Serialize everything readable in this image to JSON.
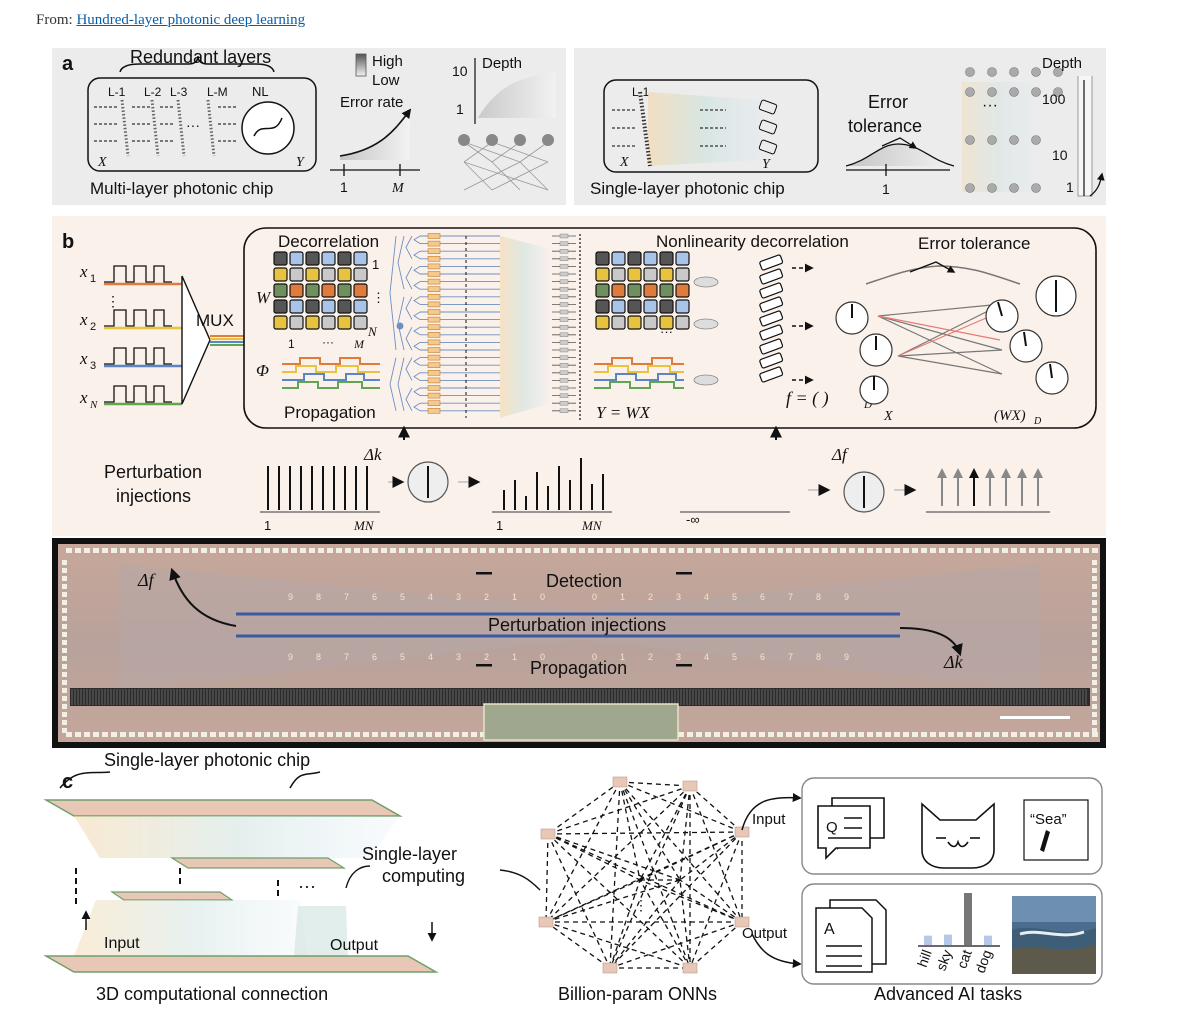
{
  "header": {
    "from_label": "From:",
    "article_title": "Hundred-layer photonic deep learning"
  },
  "panel_a": {
    "letter": "a",
    "left": {
      "redundant_layers": "Redundant layers",
      "layers": [
        "L-1",
        "L-2",
        "L-3",
        "L-M"
      ],
      "ellipsis": "···",
      "nl": "NL",
      "x": "X",
      "y": "Y",
      "caption": "Multi-layer photonic chip",
      "legend_high": "High",
      "legend_low": "Low",
      "error_rate": "Error rate",
      "axis_1": "1",
      "axis_m": "M",
      "depth": "Depth",
      "depth_10": "10",
      "depth_1": "1"
    },
    "right": {
      "layer": "L-1",
      "x": "X",
      "y": "Y",
      "caption": "Single-layer photonic chip",
      "error_tolerance_1": "Error",
      "error_tolerance_2": "tolerance",
      "axis_1": "1",
      "depth": "Depth",
      "d100": "100",
      "d10": "10",
      "d1": "1"
    }
  },
  "panel_b": {
    "letter": "b",
    "inputs": [
      "x",
      "x",
      "x",
      "x"
    ],
    "input_subs": [
      "1",
      "2",
      "3",
      "N"
    ],
    "mux": "MUX",
    "decorrelation": "Decorrelation",
    "w": "W",
    "phi": "Φ",
    "matrix_n": "N",
    "matrix_1": "1",
    "matrix_dots": "⋮",
    "matrix_m": "M",
    "matrix_bottom_1": "1",
    "matrix_bottom_dots": "···",
    "propagation": "Propagation",
    "nonlinearity_decorrelation": "Nonlinearity decorrelation",
    "y_eq": "Y = WX",
    "f_eq": "f = (   )",
    "f_sub": "D",
    "error_tolerance": "Error tolerance",
    "x_label": "X",
    "wx_label": "(WX)",
    "wx_sub": "D",
    "perturbation_1": "Perturbation",
    "perturbation_2": "injections",
    "delta_k": "Δk",
    "delta_f": "Δf",
    "axis_1a": "1",
    "axis_mna": "MN",
    "axis_1b": "1",
    "axis_mnb": "MN",
    "minus_inf": "-∞"
  },
  "chip_photo": {
    "delta_f": "Δf",
    "delta_k": "Δk",
    "detection": "Detection",
    "perturbation": "Perturbation injections",
    "propagation": "Propagation",
    "top_digits": [
      "9",
      "8",
      "7",
      "6",
      "5",
      "4",
      "3",
      "2",
      "1",
      "0",
      "0",
      "1",
      "2",
      "3",
      "4",
      "5",
      "6",
      "7",
      "8",
      "9"
    ],
    "bottom_digits": [
      "9",
      "8",
      "7",
      "6",
      "5",
      "4",
      "3",
      "2",
      "1",
      "0",
      "0",
      "1",
      "2",
      "3",
      "4",
      "5",
      "6",
      "7",
      "8",
      "9"
    ]
  },
  "panel_c": {
    "letter": "c",
    "single_layer_chip": "Single-layer photonic chip",
    "single_layer_computing_1": "Single-layer",
    "single_layer_computing_2": "computing",
    "dots": "···",
    "input": "Input",
    "output": "Output",
    "caption_3d": "3D computational connection",
    "caption_onn": "Billion-param ONNs",
    "onn_dots": "⋮",
    "arrow_input": "Input",
    "arrow_output": "Output",
    "q": "Q",
    "a": "A",
    "sea": "“Sea”",
    "bar_labels": [
      "hill",
      "sky",
      "cat",
      "dog"
    ],
    "bar_values": [
      0.18,
      0.2,
      1.0,
      0.18
    ],
    "caption_ai": "Advanced AI tasks"
  },
  "colors": {
    "panel_gray": "#ececec",
    "panel_peach": "#fbf1eb",
    "chip_pink": "#d9a89c",
    "accent_blue": "#5b86c4",
    "accent_orange": "#e07b3c"
  }
}
